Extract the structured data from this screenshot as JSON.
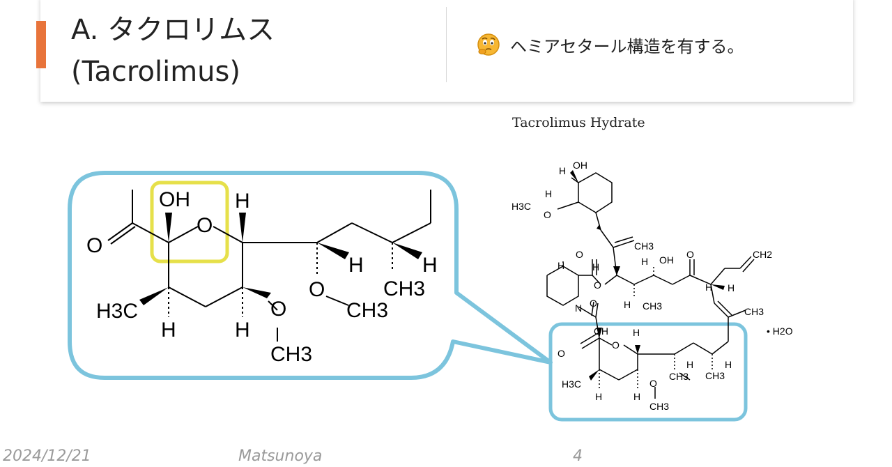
{
  "header": {
    "title_line1": "A. タクロリムス",
    "title_line2": "(Tacrolimus)",
    "note_text": "ヘミアセタール構造を有する。",
    "accent_color": "#e8743b"
  },
  "figure": {
    "caption": "Tacrolimus Hydrate",
    "zoom": {
      "atoms": {
        "oh": "OH",
        "o_ring": "O",
        "o_ketone": "O",
        "h_top": "H",
        "h3c": "H3C",
        "h_left_down": "H",
        "h_mid_down": "H",
        "o_methoxy1": "O",
        "ch3_methoxy1": "CH3",
        "h_chain1": "H",
        "o_methoxy2": "O",
        "ch3_methoxy2": "CH3",
        "h_chain2": "H",
        "ch3_chain": "CH3"
      },
      "frame_color": "#7cc4dd",
      "highlight_color": "#e6e04a"
    },
    "full": {
      "atoms": {
        "oh_top": "OH",
        "h_top1": "H",
        "h_top2": "H",
        "h3c_o": "H3C",
        "o_methoxy": "O",
        "ch3_alkene": "CH3",
        "ch2_allyl": "CH2",
        "h_a": "H",
        "h_b": "H",
        "oh_mid": "OH",
        "h_c": "H",
        "o_ester": "O",
        "o_ketone": "O",
        "o_carbonyl": "O",
        "h_d": "H",
        "h_e": "H",
        "ch3_mid": "CH3",
        "h_f": "H",
        "n": "N",
        "ch3_right": "CH3",
        "o_lower1": "O",
        "oh_lower": "OH",
        "o_ring": "O",
        "h_g": "H",
        "o_lower2": "O",
        "h_h": "H",
        "h_i": "H",
        "h3c_lower": "H3C",
        "h_j": "H",
        "h_k": "H",
        "o_lower3": "O",
        "ch3_lower1": "CH3",
        "ch3_lower2": "CH3",
        "ch3_lower3": "CH3",
        "hydrate": "• H2O"
      }
    }
  },
  "footer": {
    "date": "2024/12/21",
    "author": "Matsunoya",
    "page_number": "4"
  }
}
